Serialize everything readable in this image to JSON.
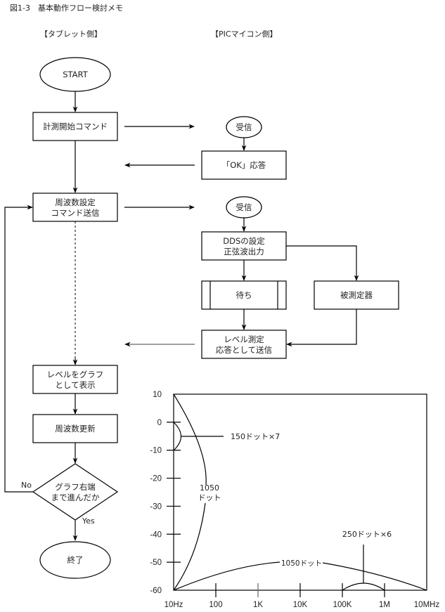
{
  "title": "図1-3　基本動作フロー検討メモ",
  "lanes": {
    "tablet": "【タブレット側】",
    "pic": "【PICマイコン側】"
  },
  "tablet_nodes": {
    "start": "START",
    "cmd_start": "計測開始コマンド",
    "freq_set_1": "周波数設定",
    "freq_set_2": "コマンド送信",
    "graph_1": "レベルをグラフ",
    "graph_2": "として表示",
    "freq_update": "周波数更新",
    "decision_1": "グラフ右端",
    "decision_2": "まで進んだか",
    "no": "No",
    "yes": "Yes",
    "end": "終了"
  },
  "pic_nodes": {
    "receive_1": "受信",
    "ok_reply": "「OK」応答",
    "receive_2": "受信",
    "dds_1": "DDSの設定",
    "dds_2": "正弦波出力",
    "wait": "待ち",
    "dut": "被測定器",
    "level_1": "レベル測定",
    "level_2": "応答として送信"
  },
  "chart_data": {
    "type": "annotated-axes",
    "y_ticks": [
      "10",
      "0",
      "-10",
      "-20",
      "-30",
      "-40",
      "-50",
      "-60"
    ],
    "y_values": [
      10,
      0,
      -10,
      -20,
      -30,
      -40,
      -50,
      -60
    ],
    "ylim": [
      -60,
      10
    ],
    "x_ticks": [
      "10Hz",
      "100",
      "1K",
      "10K",
      "100K",
      "1M",
      "10MHz"
    ],
    "x_values_log10": [
      1,
      2,
      3,
      4,
      5,
      6,
      7
    ],
    "xlim_hz": [
      10,
      10000000
    ],
    "annotations": {
      "y_zoom": "150ドット×7",
      "y_total_1": "1050",
      "y_total_2": "ドット",
      "x_total": "1050ドット",
      "x_zoom": "250ドット×6"
    }
  }
}
